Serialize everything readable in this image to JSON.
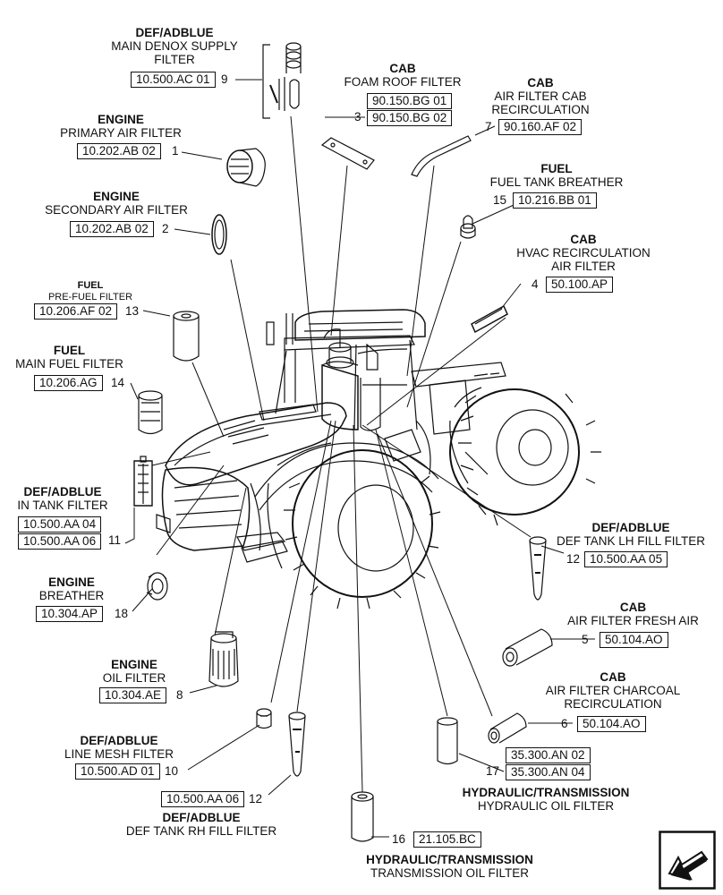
{
  "callouts": {
    "def_main_supply": {
      "category": "DEF/ADBLUE",
      "name_l1": "MAIN DENOX SUPPLY",
      "name_l2": "FILTER",
      "ref": "10.500.AC 01",
      "num": "9"
    },
    "cab_foam_roof": {
      "category": "CAB",
      "name_l1": "FOAM ROOF FILTER",
      "ref1": "90.150.BG 01",
      "ref2": "90.150.BG 02",
      "num": "3"
    },
    "cab_air_recirc": {
      "category": "CAB",
      "name_l1": "AIR FILTER CAB",
      "name_l2": "RECIRCULATION",
      "ref": "90.160.AF 02",
      "num": "7"
    },
    "engine_primary": {
      "category": "ENGINE",
      "name_l1": "PRIMARY AIR FILTER",
      "ref": "10.202.AB 02",
      "num": "1"
    },
    "fuel_tank_breather": {
      "category": "FUEL",
      "name_l1": "FUEL TANK BREATHER",
      "ref": "10.216.BB 01",
      "num": "15"
    },
    "engine_secondary": {
      "category": "ENGINE",
      "name_l1": "SECONDARY AIR FILTER",
      "ref": "10.202.AB 02",
      "num": "2"
    },
    "cab_hvac_recirc": {
      "category": "CAB",
      "name_l1": "HVAC RECIRCULATION",
      "name_l2": "AIR FILTER",
      "ref": "50.100.AP",
      "num": "4"
    },
    "fuel_pre": {
      "category": "FUEL",
      "name_l1": "PRE-FUEL FILTER",
      "ref": "10.206.AF 02",
      "num": "13"
    },
    "fuel_main": {
      "category": "FUEL",
      "name_l1": "MAIN FUEL FILTER",
      "ref": "10.206.AG",
      "num": "14"
    },
    "def_in_tank": {
      "category": "DEF/ADBLUE",
      "name_l1": "IN TANK FILTER",
      "ref1": "10.500.AA 04",
      "ref2": "10.500.AA 06",
      "num": "11"
    },
    "def_lh_fill": {
      "category": "DEF/ADBLUE",
      "name_l1": "DEF TANK LH FILL FILTER",
      "ref": "10.500.AA 05",
      "num": "12"
    },
    "engine_breather": {
      "category": "ENGINE",
      "name_l1": "BREATHER",
      "ref": "10.304.AP",
      "num": "18"
    },
    "cab_fresh_air": {
      "category": "CAB",
      "name_l1": "AIR FILTER FRESH AIR",
      "ref": "50.104.AO",
      "num": "5"
    },
    "engine_oil": {
      "category": "ENGINE",
      "name_l1": "OIL FILTER",
      "ref": "10.304.AE",
      "num": "8"
    },
    "cab_charcoal": {
      "category": "CAB",
      "name_l1": "AIR FILTER CHARCOAL",
      "name_l2": "RECIRCULATION",
      "ref": "50.104.AO",
      "num": "6"
    },
    "def_line_mesh": {
      "category": "DEF/ADBLUE",
      "name_l1": "LINE MESH FILTER",
      "ref": "10.500.AD 01",
      "num": "10"
    },
    "hyd_oil": {
      "category": "HYDRAULIC/TRANSMISSION",
      "name_l1": "HYDRAULIC OIL FILTER",
      "ref1": "35.300.AN 02",
      "ref2": "35.300.AN 04",
      "num": "17"
    },
    "def_rh_fill": {
      "category": "DEF/ADBLUE",
      "name_l1": "DEF TANK RH FILL FILTER",
      "ref": "10.500.AA 06",
      "num": "12"
    },
    "trans_oil": {
      "category": "HYDRAULIC/TRANSMISSION",
      "name_l1": "TRANSMISSION OIL FILTER",
      "ref": "21.105.BC",
      "num": "16"
    }
  },
  "navigation": {
    "icon": "next-page-arrow-icon"
  },
  "colors": {
    "line": "#111111",
    "background": "#ffffff"
  }
}
